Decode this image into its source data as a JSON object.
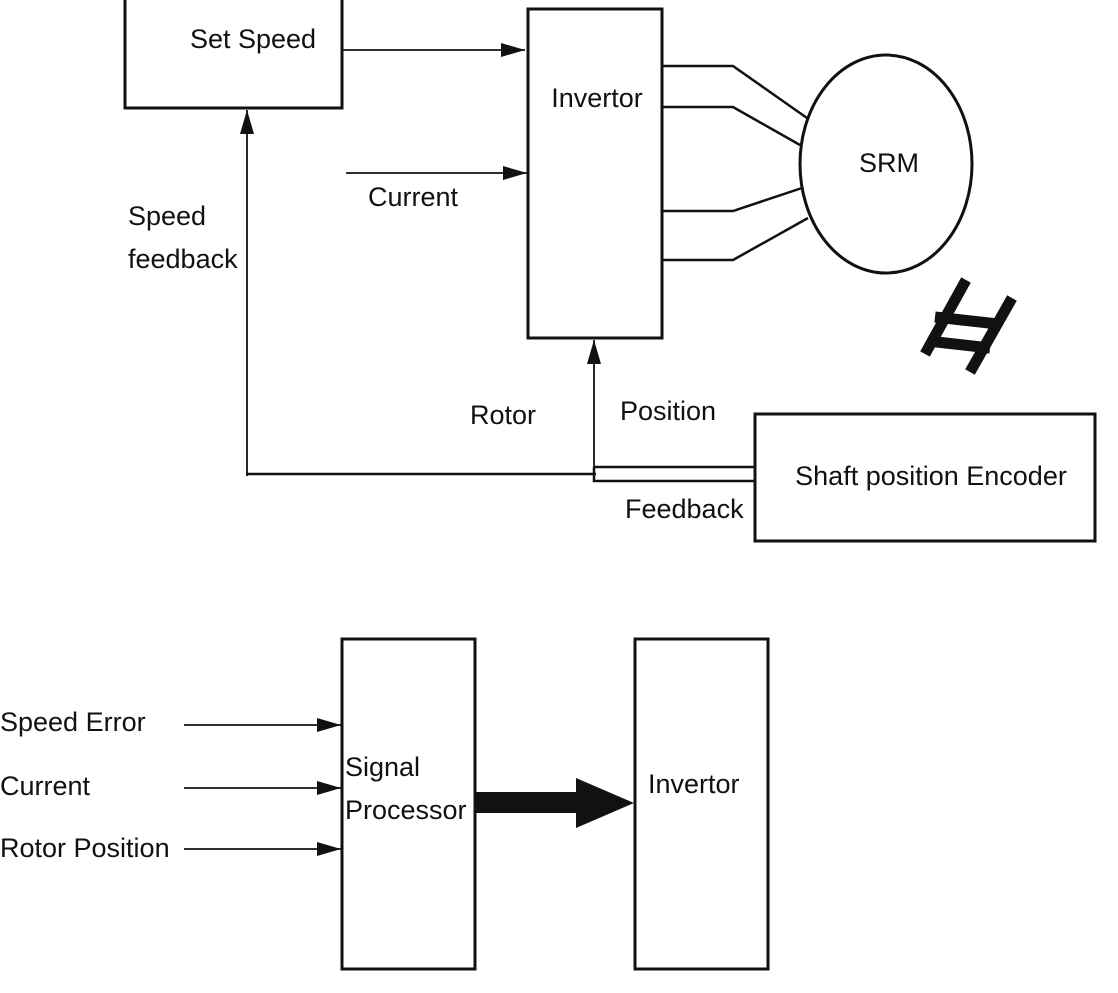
{
  "diagram": {
    "top": {
      "blocks": {
        "set_speed": "Set Speed",
        "invertor": "Invertor",
        "srm": "SRM",
        "encoder": "Shaft position Encoder"
      },
      "labels": {
        "current": "Current",
        "speed_feedback_1": "Speed",
        "speed_feedback_2": "feedback",
        "rotor": "Rotor",
        "position": "Position",
        "feedback": "Feedback"
      },
      "symbol": "shaft-coupling-hash"
    },
    "bottom": {
      "inputs": [
        "Speed Error",
        "Current",
        "Rotor Position"
      ],
      "blocks": {
        "signal_processor_1": "Signal",
        "signal_processor_2": "Processor",
        "invertor": "Invertor"
      }
    }
  }
}
